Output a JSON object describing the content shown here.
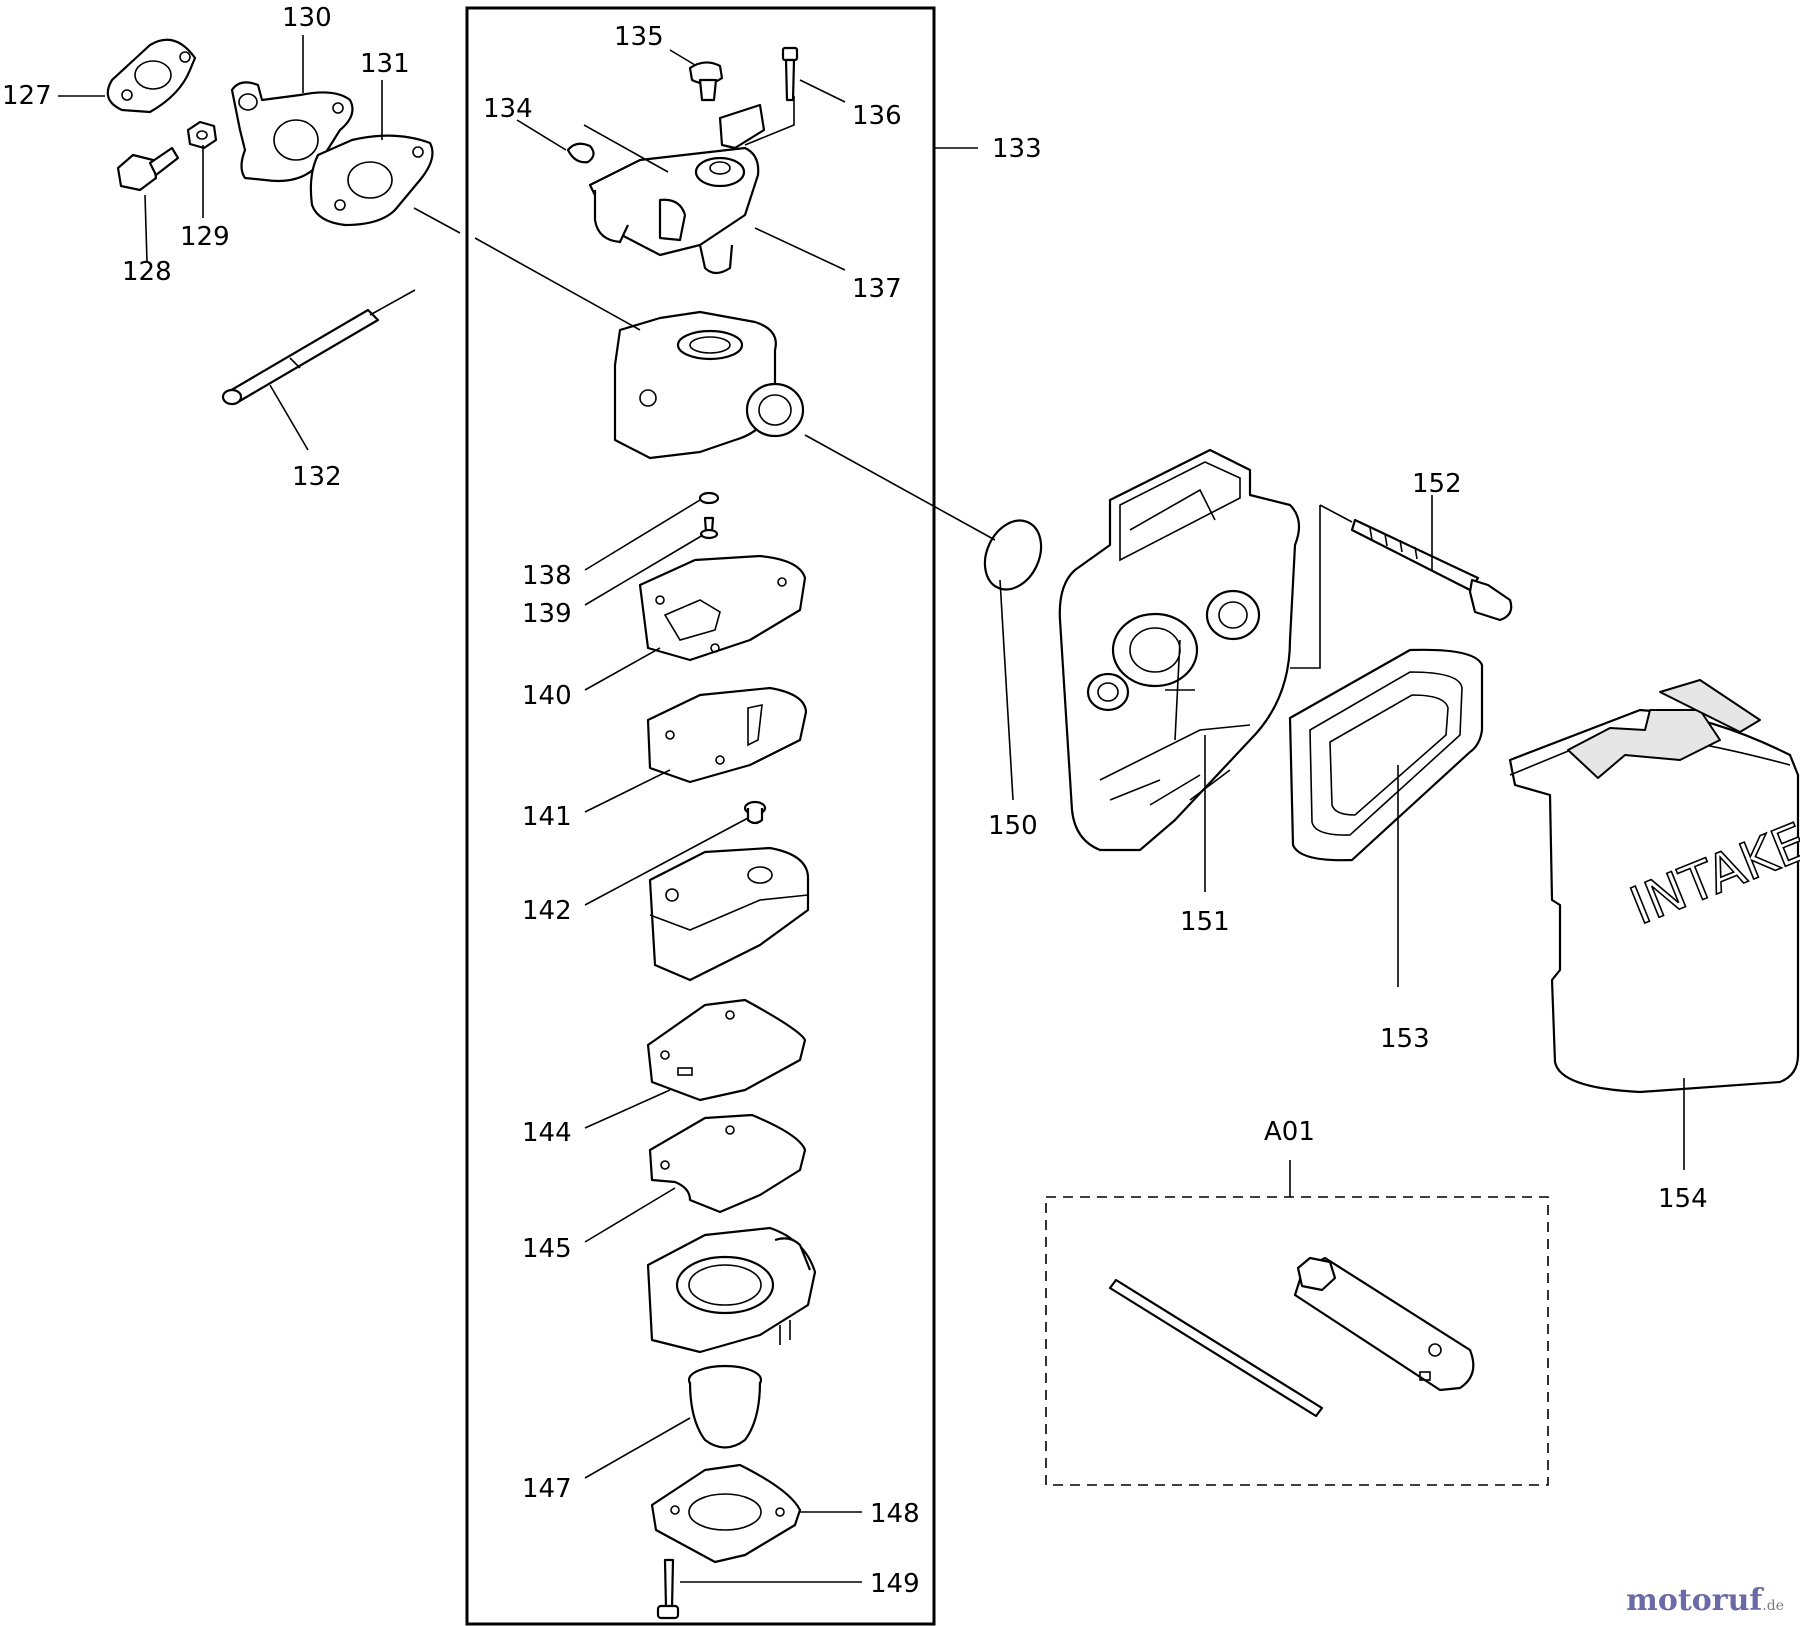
{
  "labels": {
    "p127": "127",
    "p128": "128",
    "p129": "129",
    "p130": "130",
    "p131": "131",
    "p132": "132",
    "p133": "133",
    "p134": "134",
    "p135": "135",
    "p136": "136",
    "p137": "137",
    "p138": "138",
    "p139": "139",
    "p140": "140",
    "p141": "141",
    "p142": "142",
    "p144": "144",
    "p145": "145",
    "p147": "147",
    "p148": "148",
    "p149": "149",
    "p150": "150",
    "p151": "151",
    "p152": "152",
    "p153": "153",
    "p154": "154",
    "a01": "A01"
  },
  "cover_text": "INTAKE",
  "watermark": {
    "brand": "motoruf",
    "tld": ".de"
  }
}
